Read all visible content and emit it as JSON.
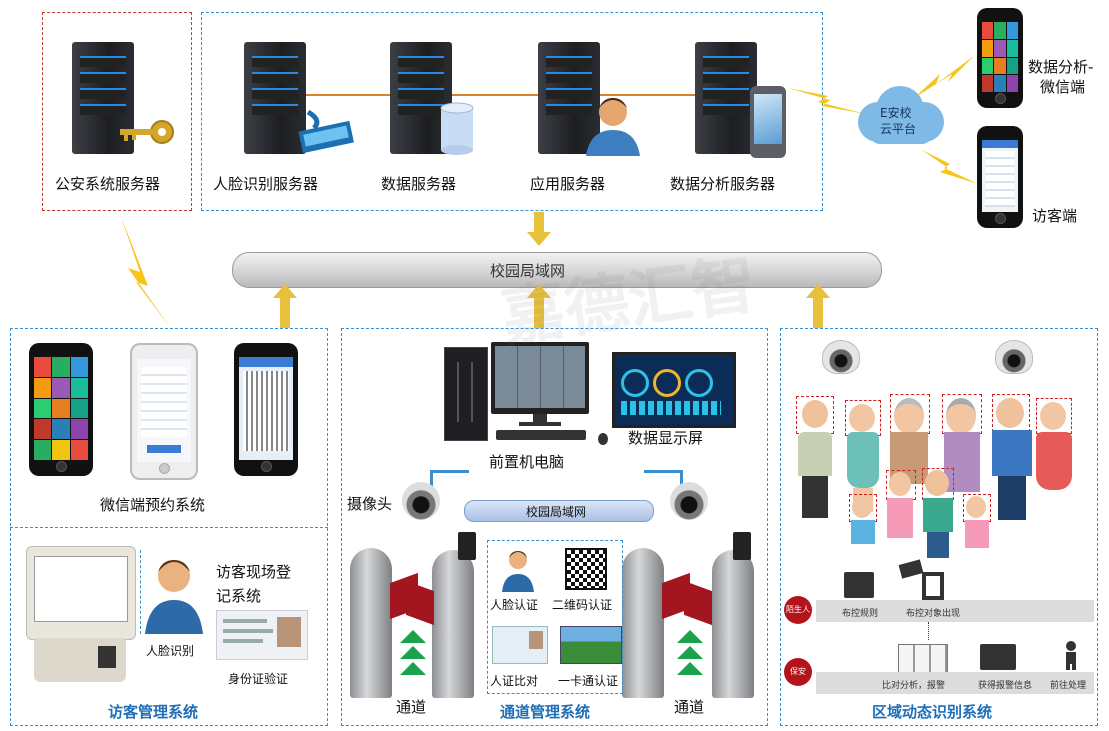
{
  "top": {
    "police_server": "公安系统服务器",
    "face_server": "人脸识别服务器",
    "data_server": "数据服务器",
    "app_server": "应用服务器",
    "analysis_server": "数据分析服务器"
  },
  "cloud": {
    "line1": "E安校",
    "line2": "云平台"
  },
  "phones_right": {
    "wechat_label": "数据分析-\n微信端",
    "visitor_label": "访客端"
  },
  "backbone": {
    "label": "校园局域网"
  },
  "visitor_system": {
    "wechat_booking": "微信端预约系统",
    "onsite_register": "访客现场登\n记系统",
    "face_recognition": "人脸识别",
    "id_verify": "身份证验证",
    "title": "访客管理系统"
  },
  "channel_system": {
    "front_pc": "前置机电脑",
    "display": "数据显示屏",
    "camera": "摄像头",
    "lan": "校园局域网",
    "face_auth": "人脸认证",
    "qr_auth": "二维码认证",
    "id_compare": "人证比对",
    "card_auth": "一卡通认证",
    "channel_left": "通道",
    "channel_right": "通道",
    "title": "通道管理系统"
  },
  "zone_system": {
    "stranger": "陌生人",
    "security": "保安",
    "rule": "布控规则",
    "target_appear": "布控对象出现",
    "compare_alarm": "比对分析，报警",
    "get_alarm": "获得报警信息",
    "go_handle": "前往处理",
    "title": "区域动态识别系统"
  },
  "watermark": "嘉德汇智"
}
